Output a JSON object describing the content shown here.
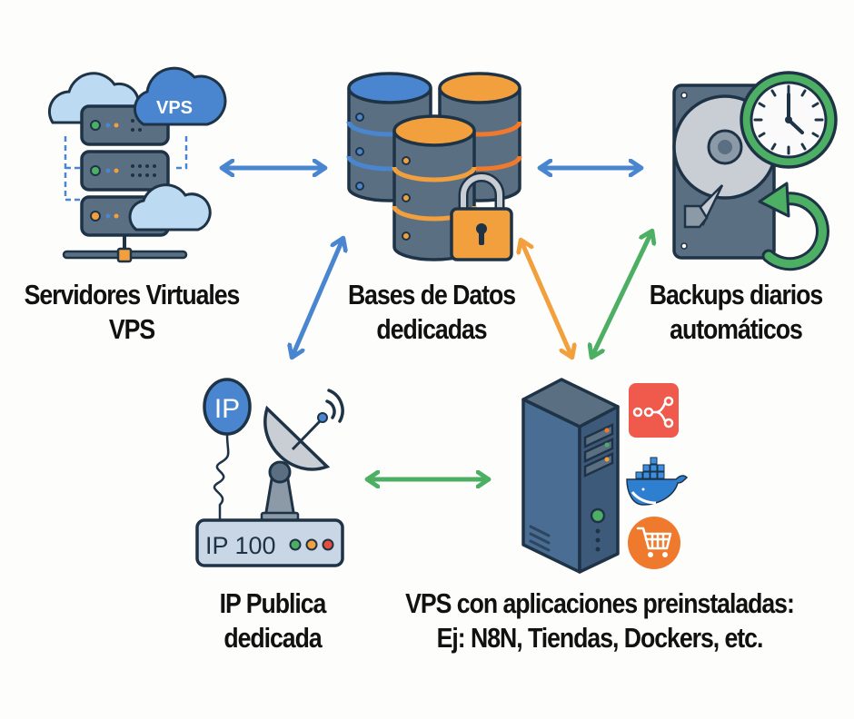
{
  "nodes": {
    "vps": {
      "title_line1": "Servidores Virtuales",
      "title_line2": "VPS",
      "cloud_badge": "VPS",
      "icon": "server-rack-cloud-icon"
    },
    "databases": {
      "title_line1": "Bases de Datos",
      "title_line2": "dedicadas",
      "icon": "database-lock-icon"
    },
    "backups": {
      "title_line1": "Backups diarios",
      "title_line2": "automáticos",
      "icon": "hard-drive-clock-icon"
    },
    "public_ip": {
      "title_line1": "IP Publica",
      "title_line2": "dedicada",
      "ip_badge": "IP",
      "device_text": "IP 100",
      "icon": "satellite-dish-router-icon"
    },
    "apps_vps": {
      "title_line1": "VPS con aplicaciones preinstaladas:",
      "title_line2": "Ej: N8N, Tiendas, Dockers, etc.",
      "icon": "tower-server-icon",
      "app_icons": [
        "n8n-icon",
        "docker-icon",
        "shopping-cart-icon"
      ]
    }
  },
  "connections": [
    {
      "from": "vps",
      "to": "databases",
      "color": "#4a86d0"
    },
    {
      "from": "databases",
      "to": "backups",
      "color": "#4a86d0"
    },
    {
      "from": "databases",
      "to": "public_ip",
      "color": "#4a86d0"
    },
    {
      "from": "databases",
      "to": "apps_vps",
      "color": "#f2a03d"
    },
    {
      "from": "backups",
      "to": "apps_vps",
      "color": "#4caf63"
    },
    {
      "from": "public_ip",
      "to": "apps_vps",
      "color": "#4caf63"
    }
  ],
  "colors": {
    "blue": "#4a86d0",
    "orange": "#f2a03d",
    "green": "#4caf63",
    "slate": "#5b6f82",
    "outline": "#1f3347"
  }
}
